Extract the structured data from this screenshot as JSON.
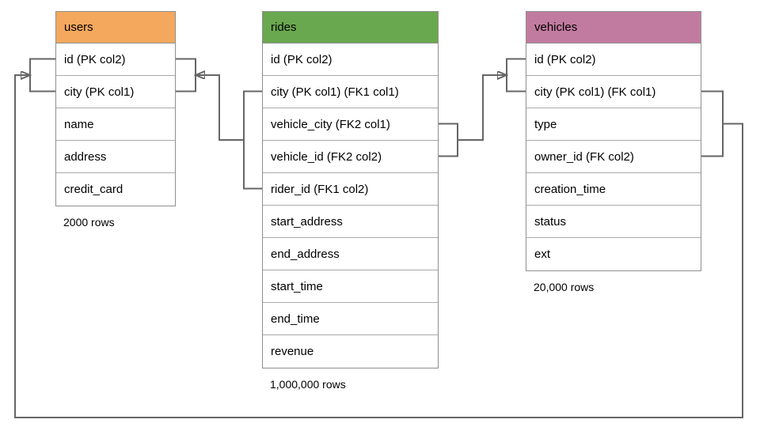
{
  "diagram": {
    "tables": {
      "users": {
        "name": "users",
        "header_color": "#F3A85E",
        "columns": [
          "id (PK col2)",
          "city (PK col1)",
          "name",
          "address",
          "credit_card"
        ],
        "row_count": "2000 rows"
      },
      "rides": {
        "name": "rides",
        "header_color": "#6AA84F",
        "columns": [
          "id (PK col2)",
          "city (PK col1) (FK1 col1)",
          "vehicle_city (FK2 col1)",
          "vehicle_id (FK2 col2)",
          "rider_id (FK1 col2)",
          "start_address",
          "end_address",
          "start_time",
          "end_time",
          "revenue"
        ],
        "row_count": "1,000,000 rows"
      },
      "vehicles": {
        "name": "vehicles",
        "header_color": "#C27BA0",
        "columns": [
          "id (PK col2)",
          "city (PK col1) (FK col1)",
          "type",
          "owner_id (FK col2)",
          "creation_time",
          "status",
          "ext"
        ],
        "row_count": "20,000 rows"
      }
    },
    "relationships": [
      {
        "name": "rides_fk1_to_users",
        "from_table": "rides",
        "from_columns": [
          "city (FK1 col1)",
          "rider_id (FK1 col2)"
        ],
        "to_table": "users",
        "to_columns": [
          "id (PK col2)",
          "city (PK col1)"
        ],
        "arrow_points_to": "users"
      },
      {
        "name": "rides_fk2_to_vehicles",
        "from_table": "rides",
        "from_columns": [
          "vehicle_city (FK2 col1)",
          "vehicle_id (FK2 col2)"
        ],
        "to_table": "vehicles",
        "to_columns": [
          "id (PK col2)",
          "city (PK col1)"
        ],
        "arrow_points_to": "vehicles"
      },
      {
        "name": "vehicles_fk_to_users",
        "from_table": "vehicles",
        "from_columns": [
          "city (FK col1)",
          "owner_id (FK col2)"
        ],
        "to_table": "users",
        "to_columns": [
          "id (PK col2)",
          "city (PK col1)"
        ],
        "arrow_points_to": "users"
      }
    ],
    "colors": {
      "users_header": "#F3A85E",
      "rides_header": "#6AA84F",
      "vehicles_header": "#C27BA0",
      "connector_line": "#666666",
      "table_border": "#8F8F8F",
      "row_divider": "#A9A9A9",
      "text": "#000000",
      "background": "#FFFFFF"
    }
  }
}
